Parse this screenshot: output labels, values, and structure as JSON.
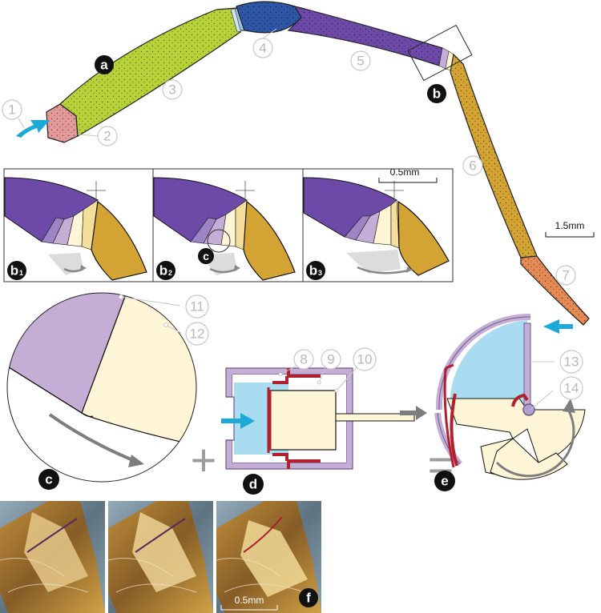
{
  "figure": {
    "callouts": [
      "1",
      "2",
      "3",
      "4",
      "5",
      "6",
      "7",
      "8",
      "9",
      "10",
      "11",
      "12",
      "13",
      "14"
    ],
    "panels": {
      "a": "a",
      "b": "b",
      "b1": {
        "letter": "b",
        "sub": "1"
      },
      "b2": {
        "letter": "b",
        "sub": "2"
      },
      "b3": {
        "letter": "b",
        "sub": "3"
      },
      "c_small": "c",
      "c": "c",
      "d": "d",
      "e": "e",
      "f": "f"
    },
    "scale_bars": {
      "main": "1.5mm",
      "b_series": "0.5mm",
      "f": "0.5mm"
    },
    "operators": {
      "plus": "+",
      "equals": "="
    },
    "colors": {
      "coxa": "#e39a98",
      "femur": "#b7d33a",
      "patella": "#2d56a6",
      "tibia": "#6d4aa8",
      "metatarsus": "#d3a433",
      "tarsus": "#e58a55",
      "light_purple": "#c5aed6",
      "cream": "#fff6d8",
      "fluid": "#a9dcf0",
      "membrane": "#b1202e",
      "arrow_blue": "#1da9d5",
      "arrow_grey": "#7d7d7d"
    }
  }
}
